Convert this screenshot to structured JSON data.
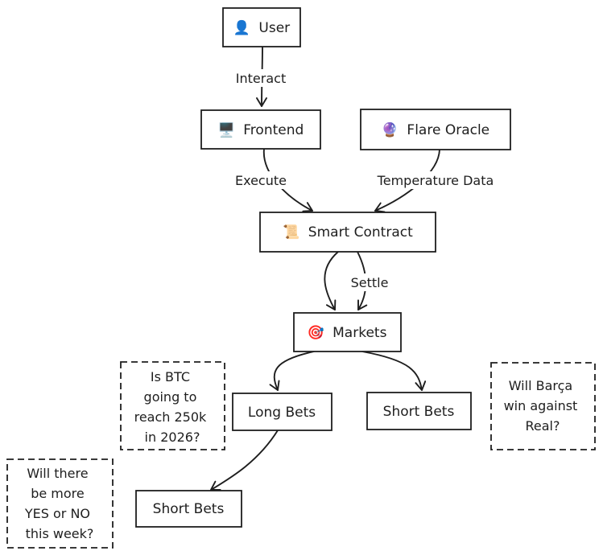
{
  "nodes": {
    "user": {
      "icon": "👤",
      "label": "User"
    },
    "frontend": {
      "icon": "🖥️",
      "label": "Frontend"
    },
    "oracle": {
      "icon": "🔮",
      "label": "Flare Oracle"
    },
    "contract": {
      "icon": "📜",
      "label": "Smart Contract"
    },
    "markets": {
      "icon": "🎯",
      "label": "Markets"
    },
    "long_bets": {
      "label": "Long Bets"
    },
    "short_bets_right": {
      "label": "Short Bets"
    },
    "short_bets_bottom": {
      "label": "Short Bets"
    }
  },
  "edges": {
    "interact": "Interact",
    "execute": "Execute",
    "temperature": "Temperature Data",
    "settle": "Settle"
  },
  "notes": {
    "btc": [
      "Is BTC",
      "going to",
      "reach 250k",
      "in 2026?"
    ],
    "barca": [
      "Will Barça",
      "win against",
      "Real?"
    ],
    "yesno": [
      "Will there",
      "be more",
      "YES or NO",
      "this week?"
    ]
  }
}
